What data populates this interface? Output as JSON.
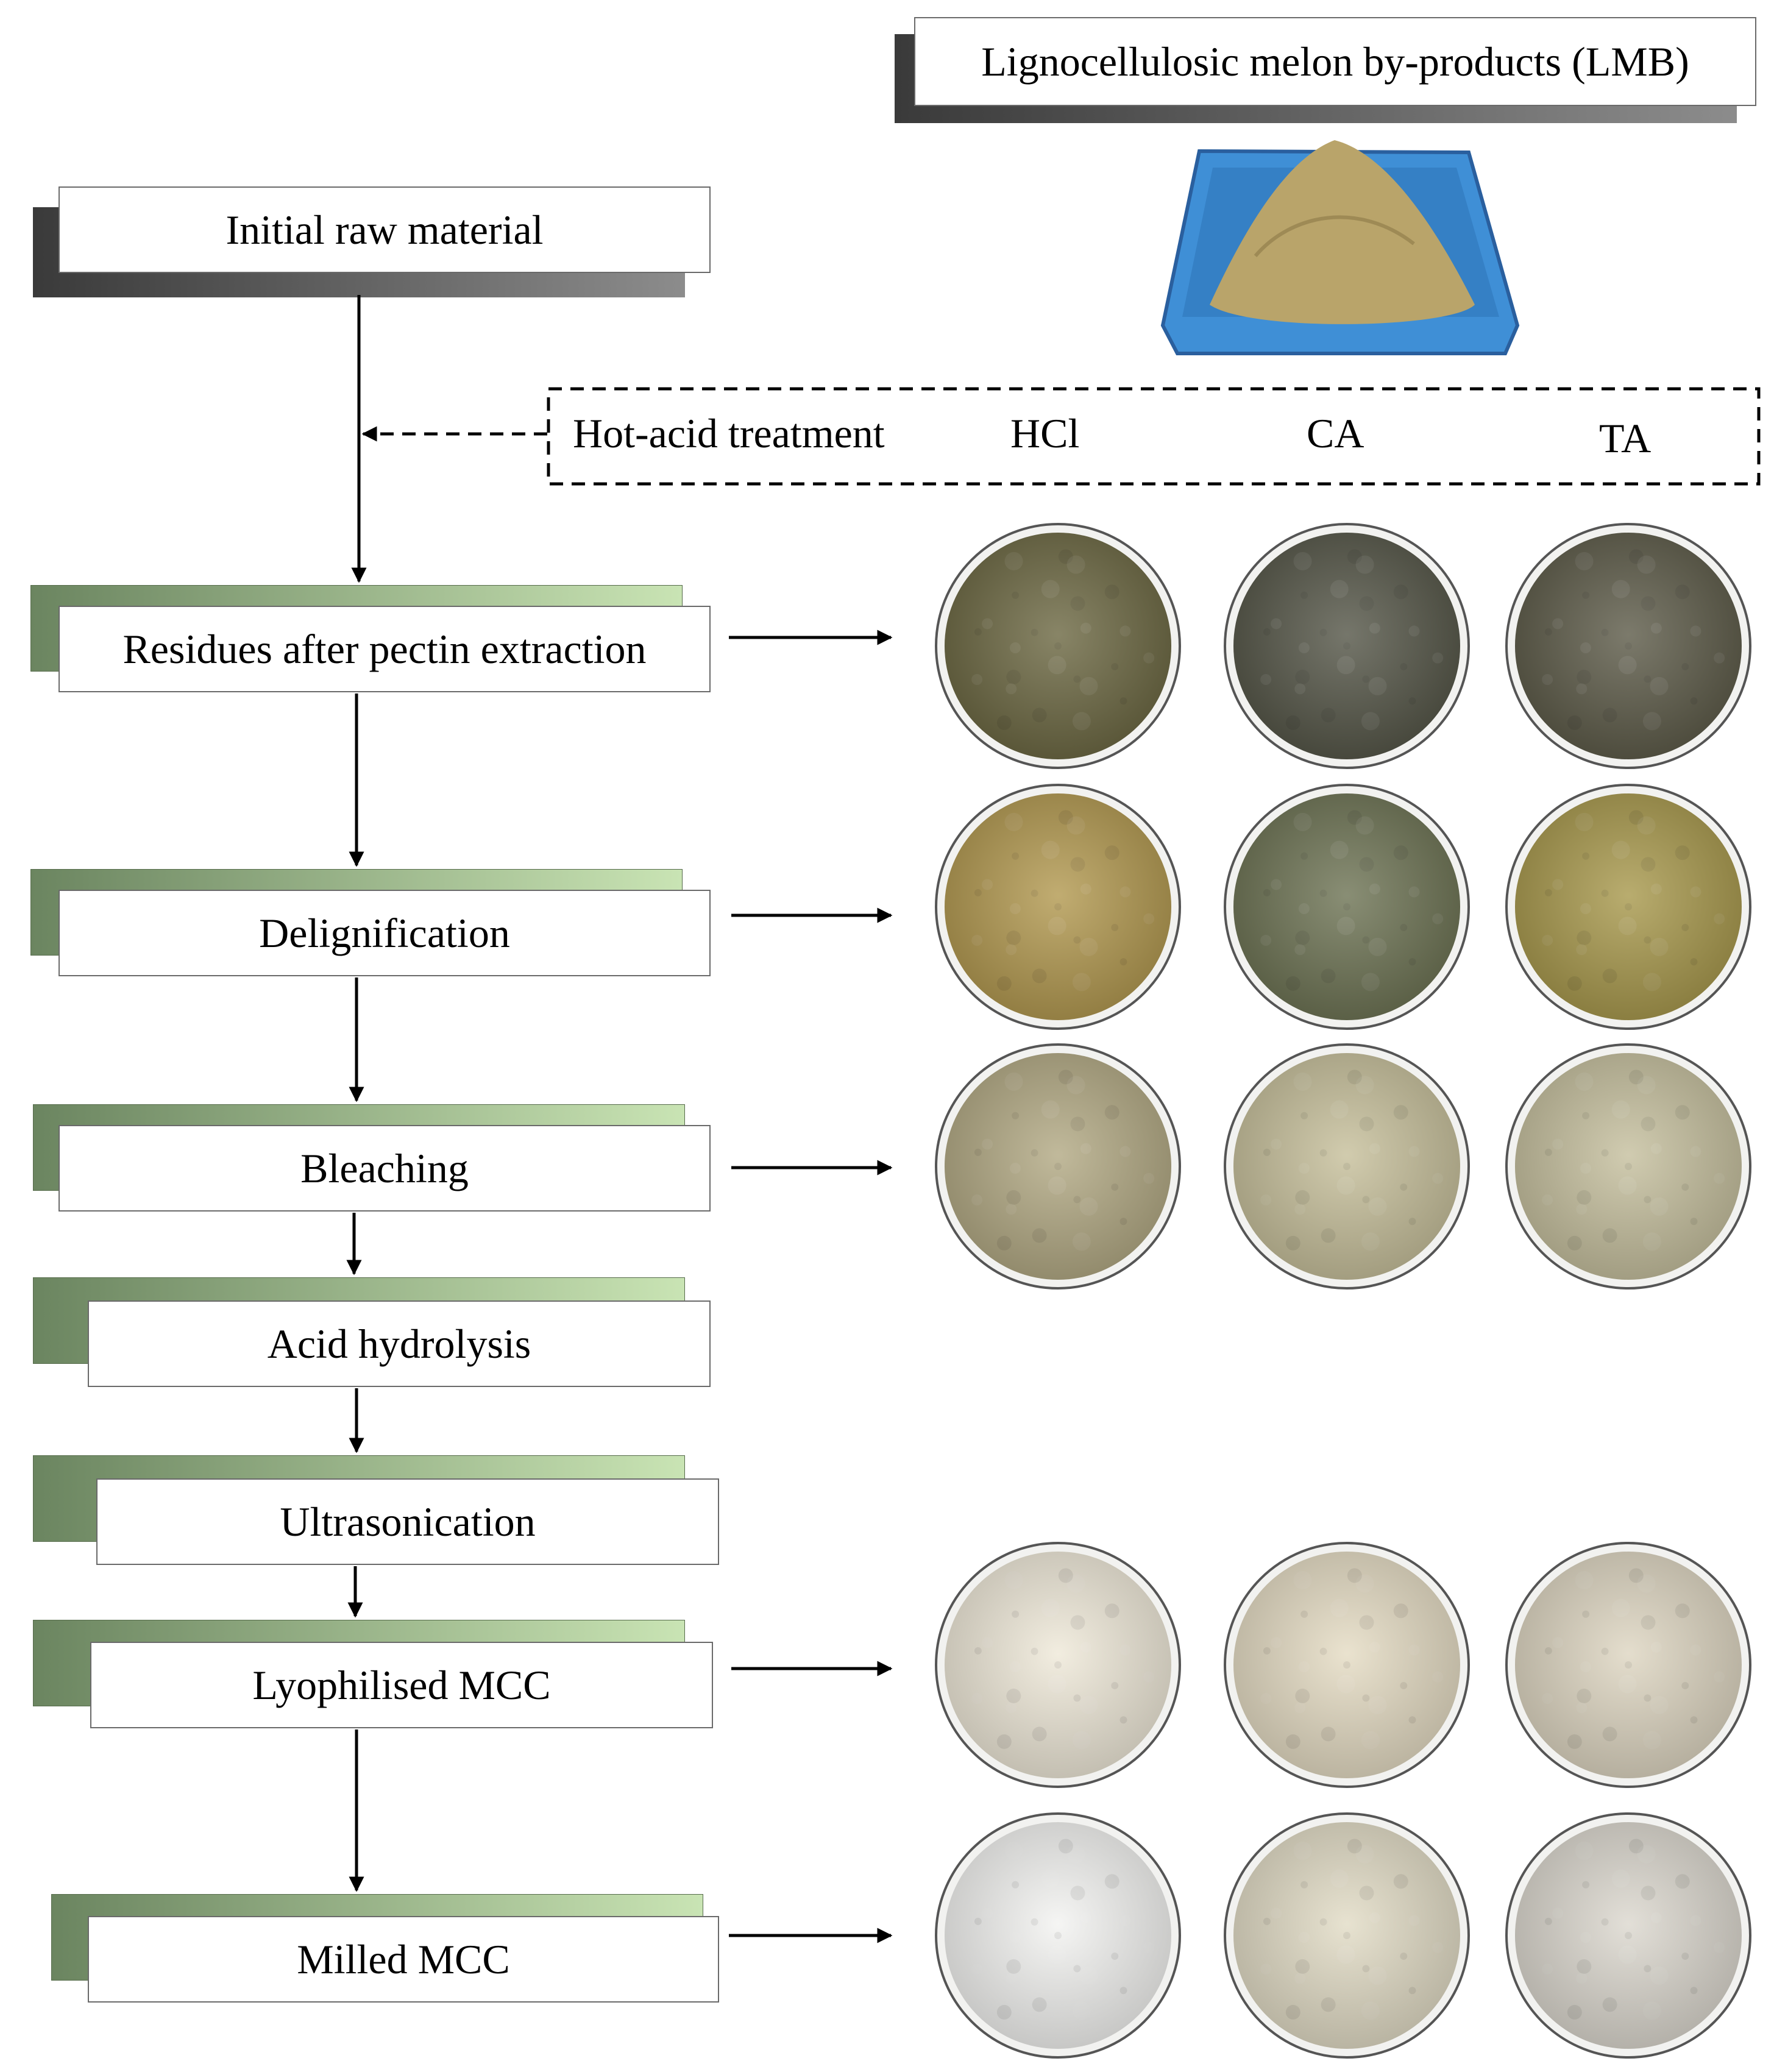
{
  "source": {
    "label": "Lignocellulosic melon by-products (LMB)",
    "tray_color": "#3f8fd6",
    "powder_color": "#b9a46a"
  },
  "treatment": {
    "label": "Hot-acid treatment",
    "acids": [
      "HCl",
      "CA",
      "TA"
    ]
  },
  "steps": [
    {
      "label": "Initial raw material",
      "style": "gray"
    },
    {
      "label": "Residues after pectin extraction",
      "style": "green"
    },
    {
      "label": "Delignification",
      "style": "green"
    },
    {
      "label": "Bleaching",
      "style": "green"
    },
    {
      "label": "Acid hydrolysis",
      "style": "green"
    },
    {
      "label": "Ultrasonication",
      "style": "green"
    },
    {
      "label": "Lyophilised MCC",
      "style": "green"
    },
    {
      "label": "Milled MCC",
      "style": "green"
    }
  ],
  "sample_rows": [
    {
      "step": "Residues after pectin extraction",
      "colors": [
        "#6e6a45",
        "#57584a",
        "#5f5d4b"
      ]
    },
    {
      "step": "Delignification",
      "colors": [
        "#b39a52",
        "#6f7556",
        "#a99a4f"
      ]
    },
    {
      "step": "Bleaching",
      "colors": [
        "#b3aa85",
        "#c7c09c",
        "#c6c09f"
      ]
    },
    {
      "step": "Lyophilised MCC",
      "colors": [
        "#efe9d9",
        "#e5dcc4",
        "#ded6c2"
      ]
    },
    {
      "step": "Milled MCC",
      "colors": [
        "#f3f3f1",
        "#e2dcc6",
        "#dcd8cf"
      ]
    }
  ]
}
